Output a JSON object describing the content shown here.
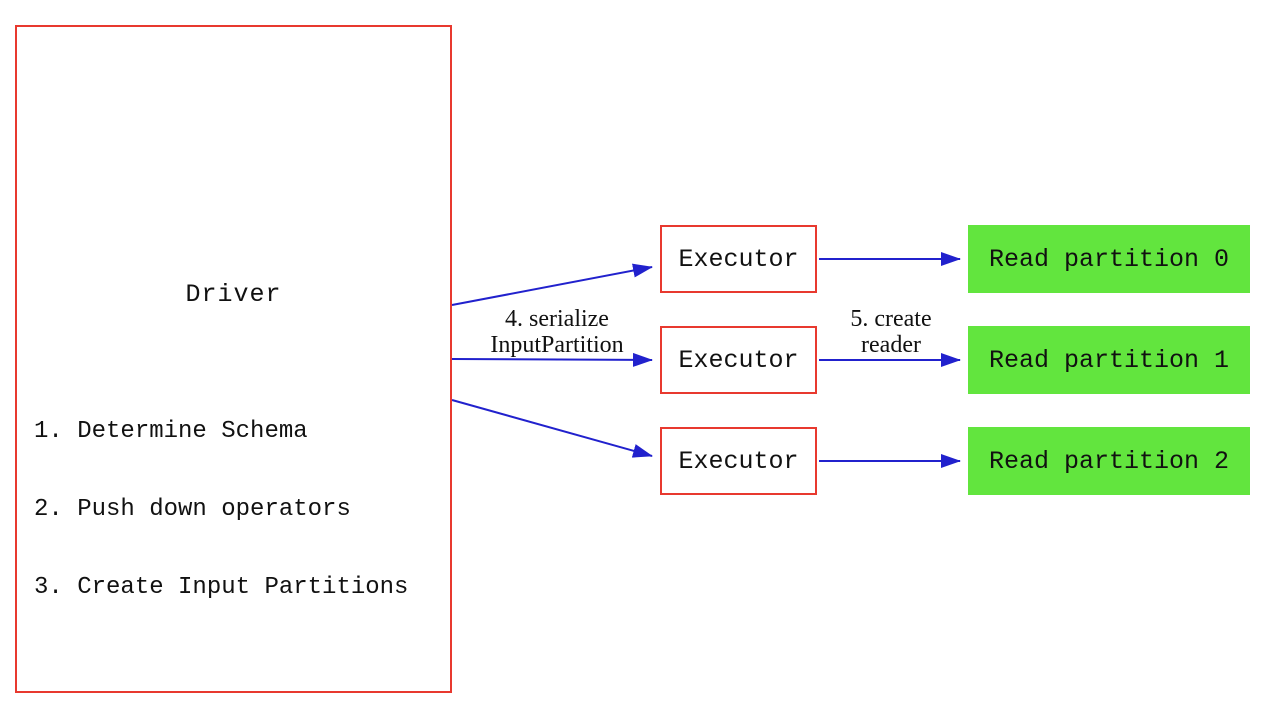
{
  "driver": {
    "title": "Driver",
    "steps": [
      "1. Determine Schema",
      "2. Push down operators",
      "3. Create Input Partitions"
    ]
  },
  "executors": [
    {
      "label": "Executor"
    },
    {
      "label": "Executor"
    },
    {
      "label": "Executor"
    }
  ],
  "partitions": [
    {
      "label": "Read partition 0"
    },
    {
      "label": "Read partition 1"
    },
    {
      "label": "Read partition 2"
    }
  ],
  "edge_labels": {
    "serialize_line1": "4. serialize",
    "serialize_line2": "InputPartition",
    "reader_line1": "5. create",
    "reader_line2": "reader"
  },
  "colors": {
    "box_border": "#e8392f",
    "arrow": "#2121cd",
    "partition_fill": "#62e53e",
    "text": "#111111"
  }
}
